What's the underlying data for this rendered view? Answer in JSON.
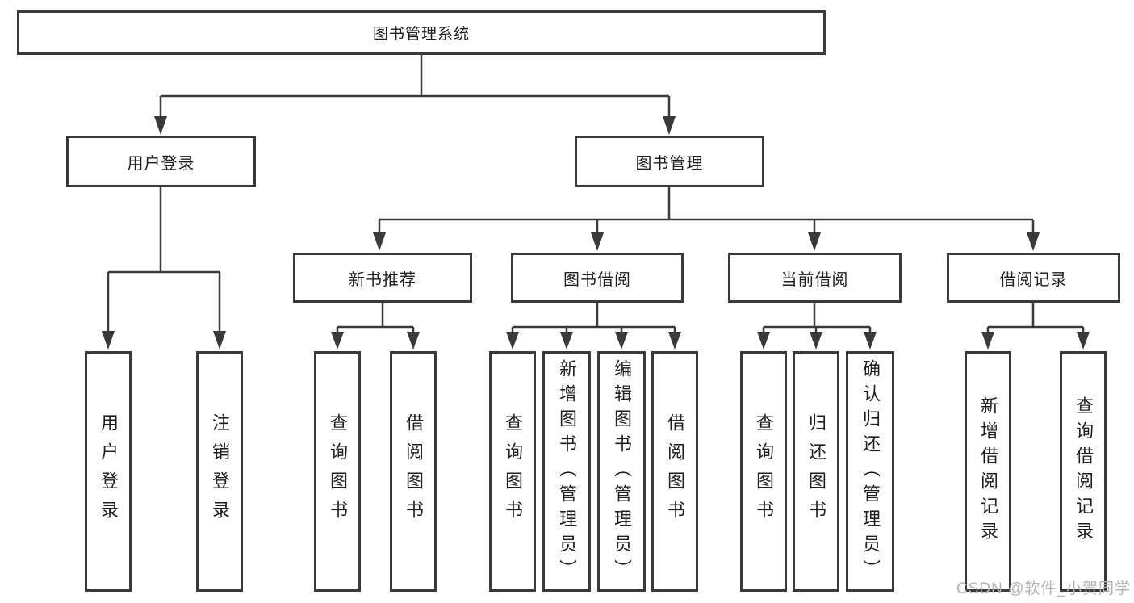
{
  "root": {
    "label": "图书管理系统"
  },
  "user_login": {
    "label": "用户登录",
    "children": [
      {
        "label": "用户登录"
      },
      {
        "label": "注销登录"
      }
    ]
  },
  "book_management": {
    "label": "图书管理",
    "children": [
      {
        "label": "新书推荐",
        "children": [
          {
            "label": "查询图书"
          },
          {
            "label": "借阅图书"
          }
        ]
      },
      {
        "label": "图书借阅",
        "children": [
          {
            "label": "查询图书"
          },
          {
            "label": "新增图书（管理员）"
          },
          {
            "label": "编辑图书（管理员）"
          },
          {
            "label": "借阅图书"
          }
        ]
      },
      {
        "label": "当前借阅",
        "children": [
          {
            "label": "查询图书"
          },
          {
            "label": "归还图书"
          },
          {
            "label": "确认归还（管理员）"
          }
        ]
      },
      {
        "label": "借阅记录",
        "children": [
          {
            "label": "新增借阅记录"
          },
          {
            "label": "查询借阅记录"
          }
        ]
      }
    ]
  },
  "watermark": {
    "text": "CSDN @软件_小贺同学",
    "color": "#b3b3b3"
  },
  "colors": {
    "line": "#3a3a3a",
    "box_border": "#3a3a3a",
    "text": "#1f1f1f",
    "background": "#ffffff"
  }
}
